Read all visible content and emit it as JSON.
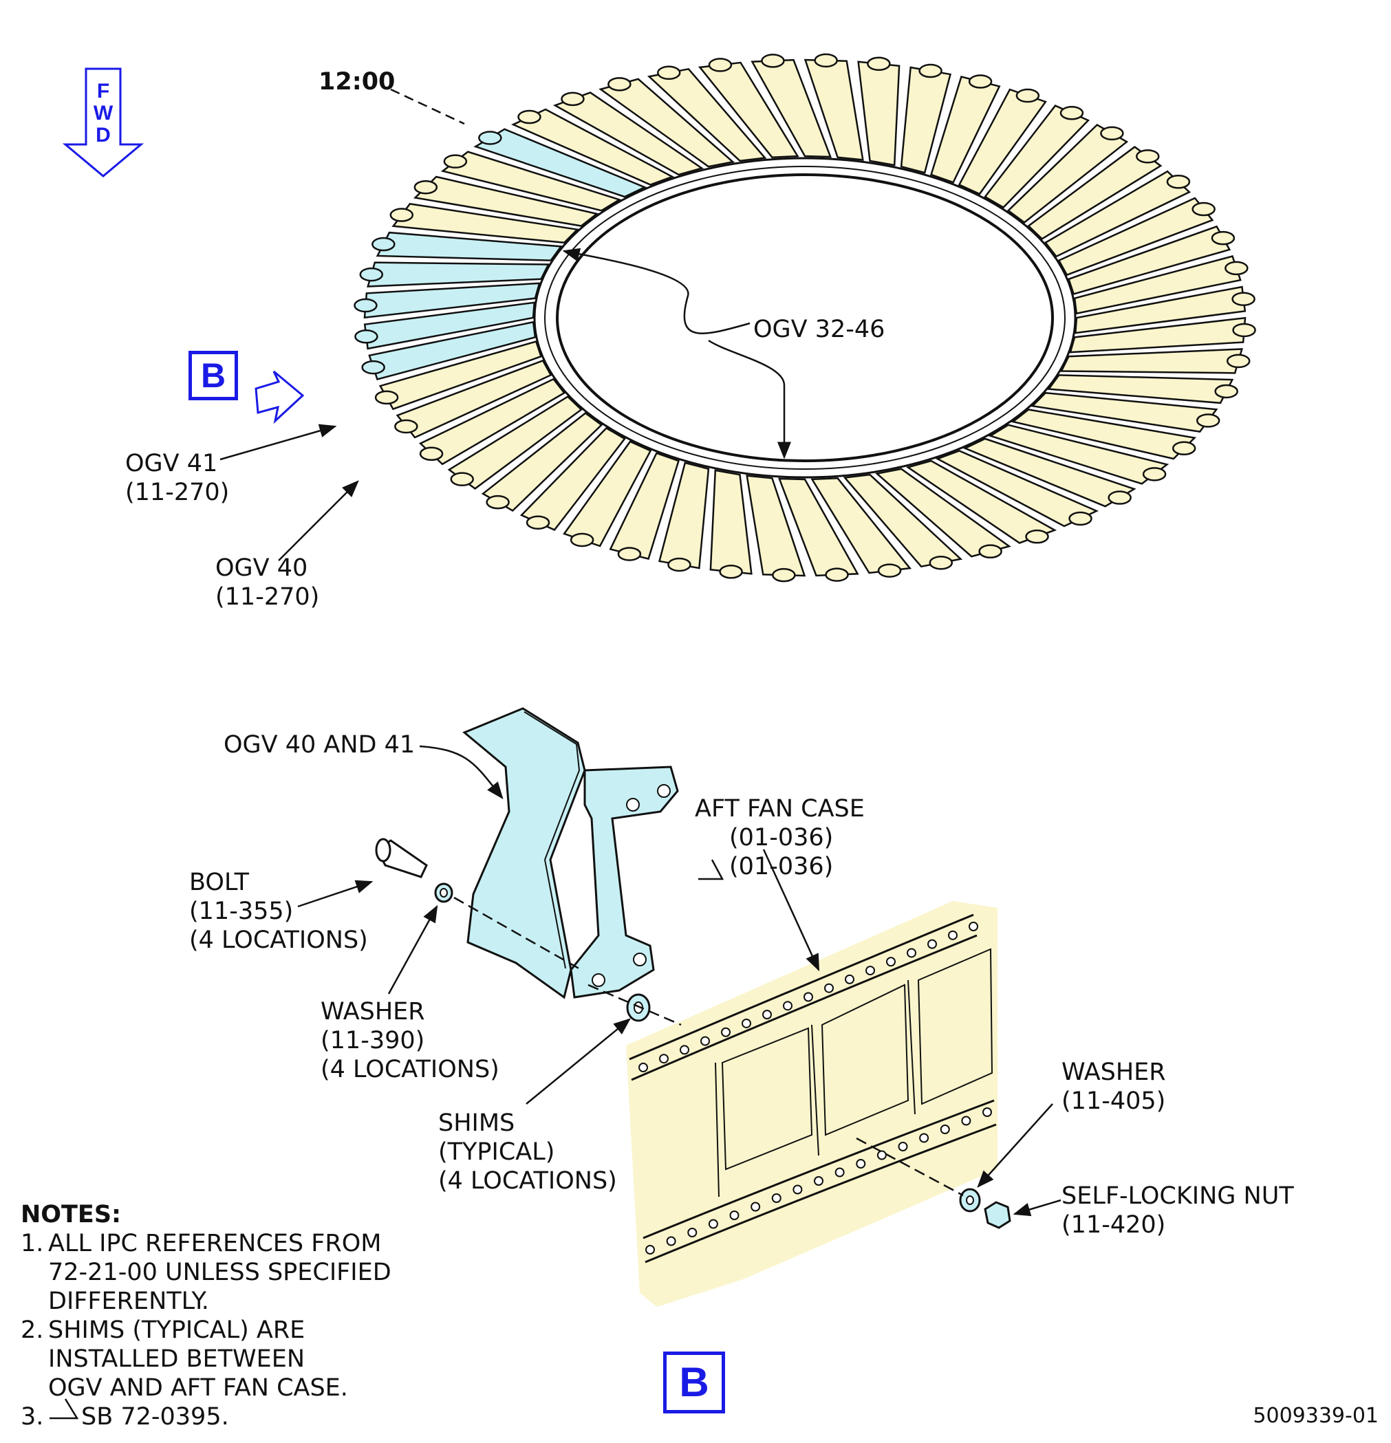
{
  "fwd": {
    "letters": [
      "F",
      "W",
      "D"
    ]
  },
  "view_marker_top": "B",
  "view_marker_bottom": "B",
  "labels": {
    "clock": "12:00",
    "ogv_32_46": "OGV 32-46",
    "ogv_41_name": "OGV 41",
    "ogv_41_ref": "(11-270)",
    "ogv_40_name": "OGV 40",
    "ogv_40_ref": "(11-270)",
    "ogv_40_41": "OGV 40 AND 41",
    "aft_fan_case_name": "AFT FAN CASE",
    "aft_fan_case_ref": "(01-036)",
    "aft_fan_case_ref_sb": "(01-036)",
    "bolt_name": "BOLT",
    "bolt_ref": "(11-355)",
    "bolt_loc": "(4 LOCATIONS)",
    "washer1_name": "WASHER",
    "washer1_ref": "(11-390)",
    "washer1_loc": "(4 LOCATIONS)",
    "shims_name": "SHIMS",
    "shims_type": "(TYPICAL)",
    "shims_loc": "(4 LOCATIONS)",
    "washer2_name": "WASHER",
    "washer2_ref": "(11-405)",
    "nut_name": "SELF-LOCKING NUT",
    "nut_ref": "(11-420)"
  },
  "notes": {
    "title": "NOTES:",
    "items": [
      {
        "num": "1.",
        "text": "ALL IPC REFERENCES FROM\n72-21-00 UNLESS SPECIFIED\nDIFFERENTLY."
      },
      {
        "num": "2.",
        "text": "SHIMS (TYPICAL) ARE\nINSTALLED BETWEEN\nOGV AND AFT FAN CASE."
      },
      {
        "num": "3.",
        "text": "SB 72-0395."
      }
    ]
  },
  "figure_id": "5009339-01",
  "colors": {
    "vane_yellow": "#faf5cc",
    "vane_blue": "#c8f0f4",
    "accent_blue": "#1a1ae6",
    "line": "#111111"
  }
}
